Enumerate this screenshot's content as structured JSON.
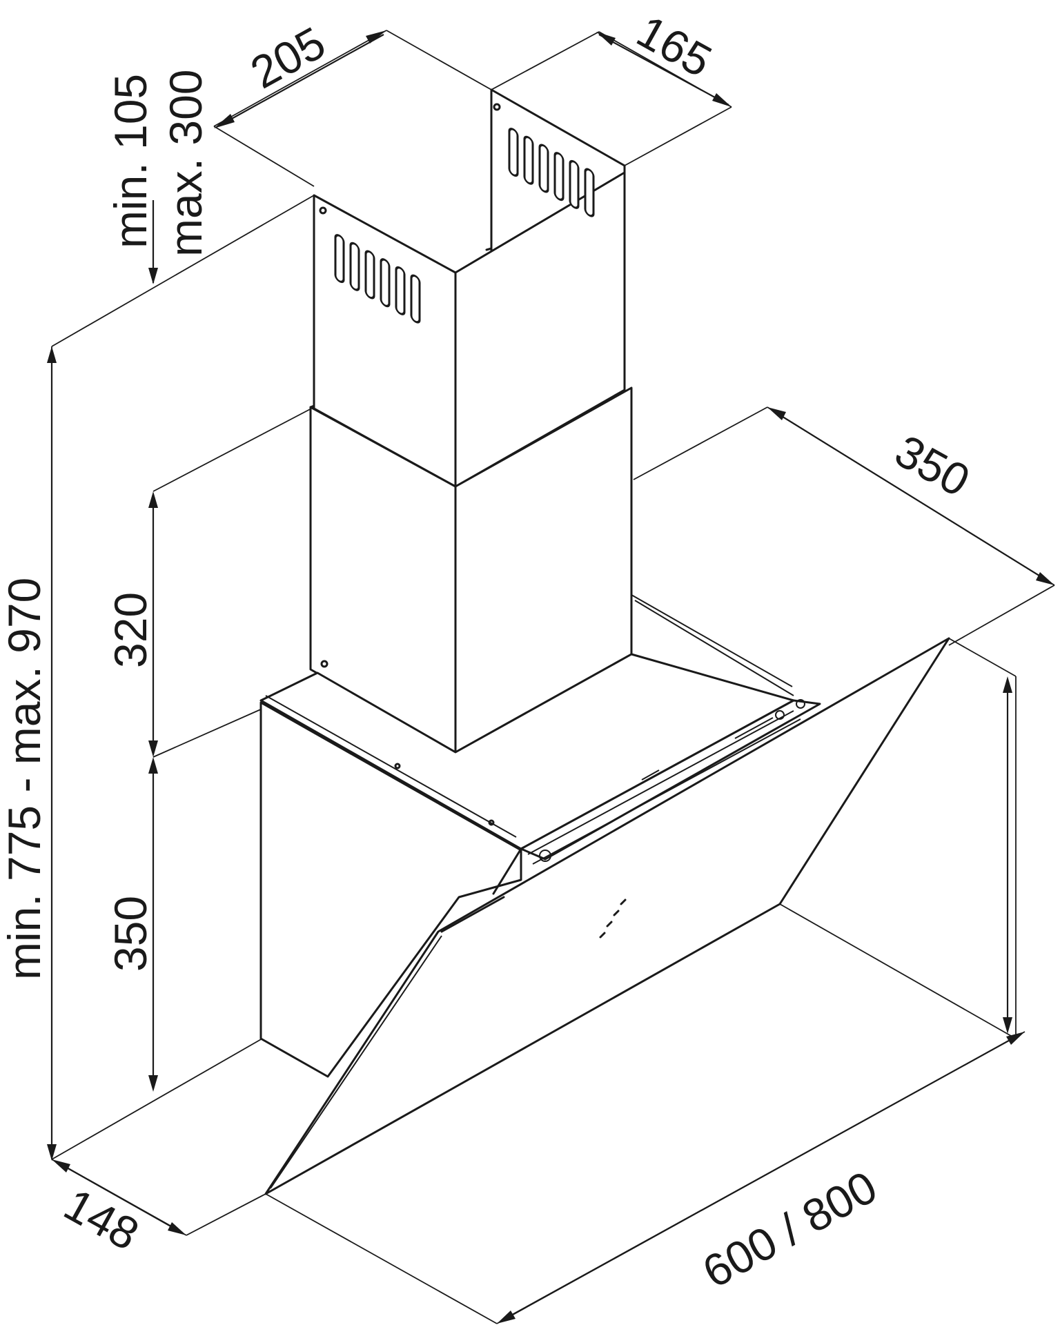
{
  "diagram": {
    "line_color": "#1a1a1a",
    "background": "#ffffff",
    "dimensions": {
      "chimney_depth": "205",
      "chimney_width": "165",
      "upper_chimney_min": "min. 105",
      "upper_chimney_max": "max. 300",
      "overall_height": "min. 775 - max. 970",
      "chimney_lower": "320",
      "body_height": "350",
      "hood_depth": "350",
      "bottom_depth": "148",
      "hood_width": "600 / 800"
    }
  }
}
